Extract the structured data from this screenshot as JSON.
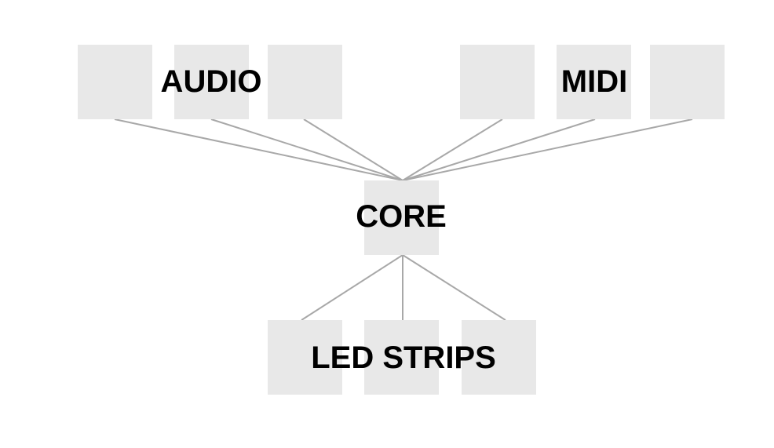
{
  "diagram": {
    "colors": {
      "box_fill": "#e8e8e8",
      "line": "#a8a8a8",
      "text": "#000000"
    },
    "groups": {
      "audio": {
        "label": "AUDIO"
      },
      "midi": {
        "label": "MIDI"
      },
      "core": {
        "label": "CORE"
      },
      "leds": {
        "label": "LED STRIPS"
      }
    }
  }
}
